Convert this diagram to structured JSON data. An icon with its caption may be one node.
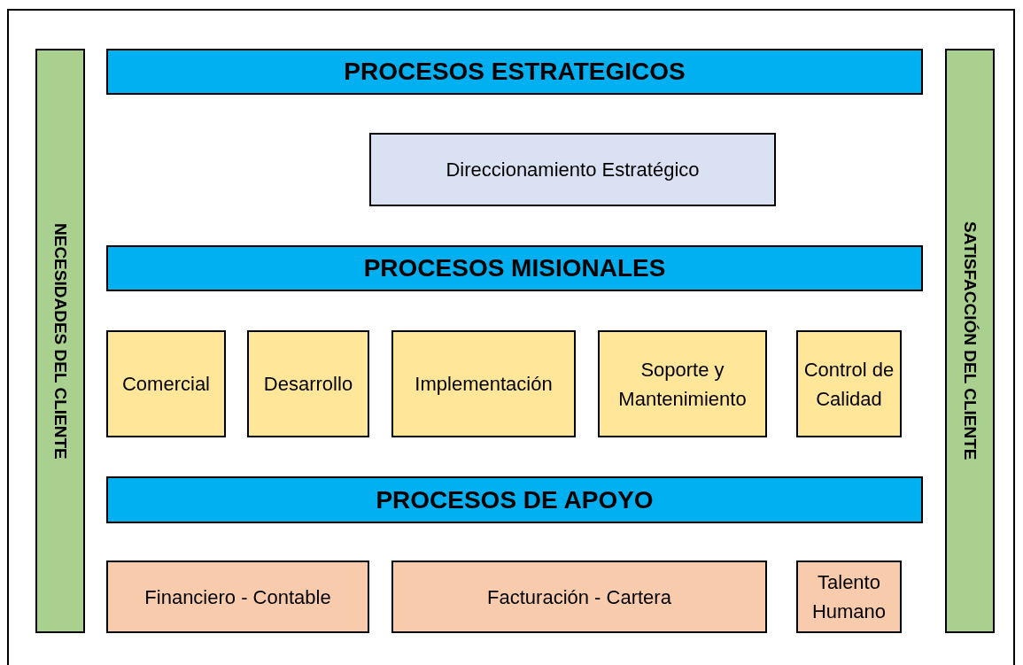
{
  "diagram": {
    "nodes": [
      {
        "text": [
          "NECESIDADES DEL CLIENTE"
        ]
      },
      {
        "text": [
          "PROCESOS ESTRATEGICOS"
        ]
      },
      {
        "text": [
          "Direccionamiento Estratégico"
        ]
      },
      {
        "text": [
          "PROCESOS MISIONALES"
        ]
      },
      {
        "text": [
          "Comercial"
        ]
      },
      {
        "text": [
          "Desarrollo"
        ]
      },
      {
        "text": [
          "Implementación"
        ]
      },
      {
        "text": [
          "Soporte y Mantenimiento"
        ]
      },
      {
        "text": [
          "Control de Calidad"
        ]
      },
      {
        "text": [
          "PROCESOS DE APOYO"
        ]
      },
      {
        "text": [
          "Financiero - Contable"
        ]
      },
      {
        "text": [
          "Facturación - Cartera"
        ]
      },
      {
        "text": [
          "Talento Humano"
        ]
      },
      {
        "text": [
          "SATISFACCIÓN DEL CLIENTE"
        ]
      }
    ]
  }
}
